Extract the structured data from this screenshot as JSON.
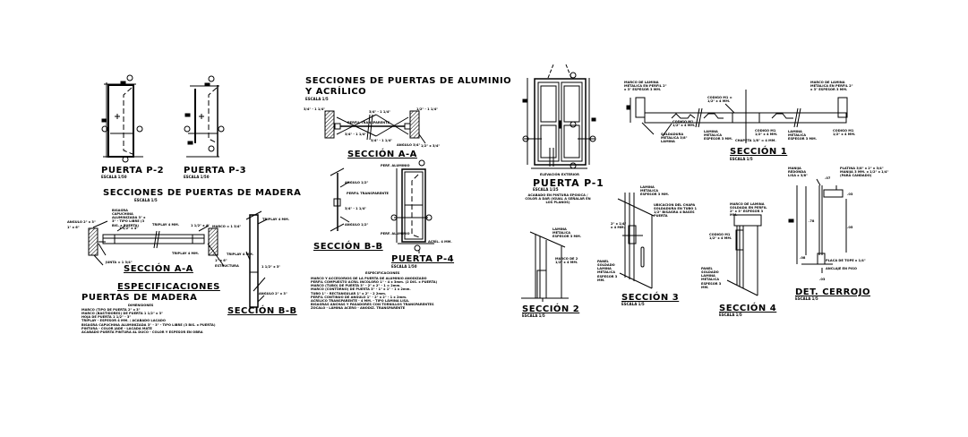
{
  "sheet": {
    "background": "#ffffff",
    "ink": "#000000"
  },
  "wood_doors": {
    "p2": {
      "title": "PUERTA P-2",
      "scale": "ESCALA 1/50"
    },
    "p3": {
      "title": "PUERTA P-3",
      "scale": "ESCALA 1/50"
    },
    "sections_title": "SECCIONES DE PUERTAS DE MADERA",
    "section_aa": {
      "title": "SECCIÓN A-A",
      "scale": "ESCALA 1/5",
      "notes": [
        "ANGULO 2\" x 3\"",
        "1\" x 6\"",
        "BISAGRA CAPUCHINA ALUMINIZADA 3\" x 3\" - TIPO LIBRE (3 BIS. x PUERTA)",
        "1 1/2\" x 4\"",
        "TRIPLAY 4 MM.",
        "1 1/2\" x 4\"",
        "MARCO = 1 3/4\"",
        "JUNTA = 1 3/4\"",
        "TRIPLAY 4 MM.",
        "1\" x 6\"",
        "ESTRUCTURA"
      ]
    },
    "section_bb": {
      "title": "SECCIÓN B-B",
      "notes": [
        "TRIPLAY 4 MM.",
        "TRIPLAY 4 MM.",
        "1 1/2\" x 3\"",
        "ANGULO 2\" x 3\""
      ]
    },
    "specs": {
      "title": "ESPECIFICACIONES",
      "subtitle": "PUERTAS DE MADERA",
      "header": "DIMENSIONES",
      "lines": [
        "MARCO (TIPO DE PUERTA  2\" x 3\"",
        "MARCO (BASTIDORES) DE PUERTA  1 1/2\" x 3\"",
        "HOJA DE PUERTA  1 1/2\" - 3\"",
        "TRIPLAY - ESPESOR 4 MM. / ACABADO LACADO",
        "BISAGRA CAPUCHINA ALUMINIZADA 3\" - 3\" - TIPO LIBRE (3 BIS. x PUERTA)",
        "PINTURA - COLOR JADE - LACADA  MATE",
        "ACABADO PUERTA  PINTURA AL DUCO - COLOR Y ESPESOR EN OBRA"
      ]
    }
  },
  "aluminum_doors": {
    "title_line1": "SECCIONES DE PUERTAS DE ALUMINIO",
    "title_line2": "Y ACRÍLICO",
    "scale": "ESCALA 1/5",
    "section_aa": {
      "title": "SECCIÓN A-A",
      "notes": [
        "3/4\" - 1 1/4\"",
        "1/2\" - 1 1/4\"",
        "PERFIL TRANSPARENTE",
        "3/4\" - 1 1/4\"",
        "3/4\" - 1 1/4\"",
        "3/4\" - 1 1/4\"",
        "ANGULO 3/4\"",
        "1/2\" x 3/4\""
      ]
    },
    "section_bb": {
      "title": "SECCIÓN B-B",
      "notes": [
        "ANGULO 1/2\"",
        "PERFIL TRANSPARENTE",
        "3/4\" - 1 1/4\"",
        "ANGULO 1/2\""
      ]
    },
    "p4": {
      "title": "PUERTA P-4",
      "scale": "ESCALA 1/50",
      "notes": [
        "PERF. ALUMINIO",
        "PERF. ALUMINIO",
        "ACRÍL. 4 MM."
      ]
    },
    "specs": {
      "header": "ESPECIFICACIONES",
      "lines": [
        "MARCO Y ACCESORIOS DE LA PUERTA DE ALUMINIO ANODIZADO",
        "PERFIL COMPUESTO ACRIL INCOLORO 1\" - 4 x 3mm. (2 DIS. x PUERTA)",
        "MARCO (TUBO) DE PUERTA  3\" - 2\" x 2\" - 1 = 2mm.",
        "MARCO (CONTORNO) DE PUERTA  3\" - 1\" x 1\" - 1 x 2mm.",
        "TUBO 1\" - RECTANGULAR 1\" x 2\" - 2 2mm.",
        "PERFIL CONTINUO DE ANGULO 1\" - 2\" x 2\" - 1 x 2mm.",
        "ACRÍLICO TRANSPARENTE - 4 MM. - TIPO LÁMINA LISA.",
        "BISAGRAS ANCHAS Y PASADORES CON TORNILLOS TRANSPARENTES",
        "ZOCALO - LÁMINA ACERO - ANODIZ. TRANSPARENTE"
      ]
    }
  },
  "metal_doors": {
    "p1": {
      "elevation_label": "ELEVACIÓN EXTERIOR",
      "title": "PUERTA P-1",
      "scale": "ESCALA 1/25",
      "notes": [
        "ACABADO EN PINTURA EPOXICA / COLOR A DAR (IGUAL A SEÑALAR EN LOS PLANOS)"
      ]
    },
    "seccion1": {
      "title": "SECCIÓN 1",
      "scale": "ESCALA 1/5",
      "notes": [
        "MARCO DE LAMINA METALICA EN PERFIL 2\" x 3\" ESPESOR 3 MM.",
        "CODIGO M1 = 1/2\" x 4 MM.",
        "MARCO DE LAMINA METALICA EN PERFIL 2\" x 3\" ESPESOR 3 MM.",
        "SOLDADURA METALICA 3/8\" LAMINA",
        "CODIGO M1 1/2\" x 4 MM.",
        "LAMINA METALICA ESPESOR 3 MM.",
        "CHAPETA 1/8\" = 4 MM.",
        "CODIGO M1 1/2\" x 4 MM.",
        "LAMINA METALICA ESPESOR 3 MM.",
        "CODIGO M1 1/2\" x 4 MM."
      ]
    },
    "seccion2": {
      "title": "SECCIÓN 2",
      "scale": "ESCALA 1/5",
      "notes": [
        "LAMINA METALICA ESPESOR 3 MM.",
        "MARCO DE 2 1/2\" x 4 MM."
      ]
    },
    "seccion3": {
      "title": "SECCIÓN 3",
      "scale": "ESCALA 1/5",
      "notes": [
        "LAMINA METALICA ESPESOR 3 MM.",
        "UBICACION DEL CHAPA SOLDADURA EN TUBO 1 1/2\" BISAGRA 4 BASES PUERTA",
        "2\" x 1/4\" x 4 MM.",
        "PANEL SOLDADO LAMINA METALICA ESPESOR 3 MM."
      ]
    },
    "seccion4": {
      "title": "SECCIÓN 4",
      "scale": "ESCALA 1/5",
      "notes": [
        "MARCO DE LAMINA SOLDADA EN PERFIL 2\" x 3\" ESPESOR 3 MM.",
        "CODIGO M1 1/2\" x 4 MM.",
        "PANEL SOLDADO LAMINA METALICA ESPESOR 3 MM."
      ]
    },
    "cerrojo": {
      "title": "DET. CERROJO",
      "scale": "ESCALA 1/5",
      "notes": [
        "PLATINA 1/4\" x 1\"",
        "MANIJA REDONDA LISA x 3/8\"",
        "PLATINA 3/8\" x 2\" x 3/4\" MANIJA 3 MM. x 1/2\" x 1/4\" (PARA CANDADO)",
        "PLACA DE TOPE x 1/4\"",
        "ANCLAJE EN PISO"
      ],
      "dims": [
        ".07",
        ".03",
        ".05",
        ".78",
        ".02",
        ".08",
        ".03"
      ]
    }
  }
}
